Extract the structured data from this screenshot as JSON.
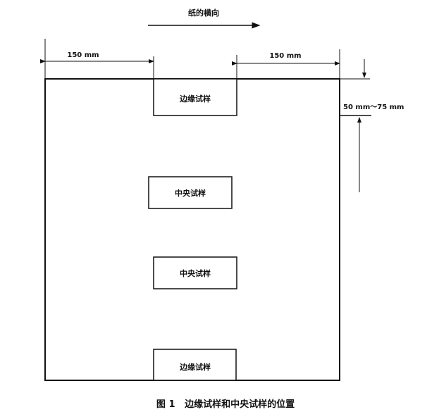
{
  "direction_label": "纸的横向",
  "dimensions": {
    "left_offset": "150 mm",
    "right_offset": "150 mm",
    "edge_distance": "50 mm～75 mm"
  },
  "samples": {
    "edge_top": "边缘试样",
    "center_1": "中央试样",
    "center_2": "中央试样",
    "edge_bottom": "边缘试样"
  },
  "caption": "图 1   边缘试样和中央试样的位置"
}
